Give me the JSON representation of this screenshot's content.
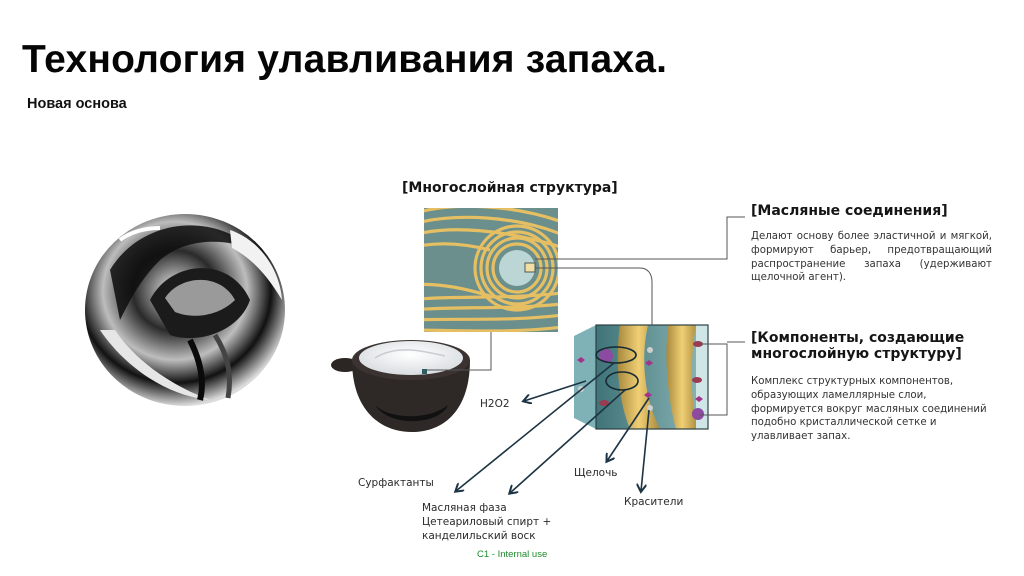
{
  "slide": {
    "title": "Технология улавливания запаха.",
    "subtitle": "Новая основа"
  },
  "diagram": {
    "structure_header": "[Многослойная структура]",
    "oil_compounds": {
      "header": "[Масляные соединения]",
      "description": "Делают основу более эластичной и мягкой, формируют барьер, предотвращающий распространение запаха (удерживают щелочной агент)."
    },
    "layer_components": {
      "header": "[Компоненты, создающие многослойную структуру]",
      "description": "Комплекс структурных компонентов, образующих ламеллярные слои, формируется вокруг масляных соединений подобно кристаллической сетке и улавливает запах."
    },
    "labels": {
      "h2o2": "H2O2",
      "surfactants": "Сурфактанты",
      "oil_phase_line1": "Масляная фаза",
      "oil_phase_line2": "Цетеариловый спирт +",
      "oil_phase_line3": "канделильский воск",
      "alkali": "Щелочь",
      "dyes": "Красители"
    },
    "colors": {
      "gold": "#d9b25a",
      "teal": "#5f8f92",
      "arrow": "#1d3444",
      "connector": "#555555"
    }
  },
  "footer": {
    "classification": "C1 - Internal use",
    "color": "#1f8a2a"
  }
}
